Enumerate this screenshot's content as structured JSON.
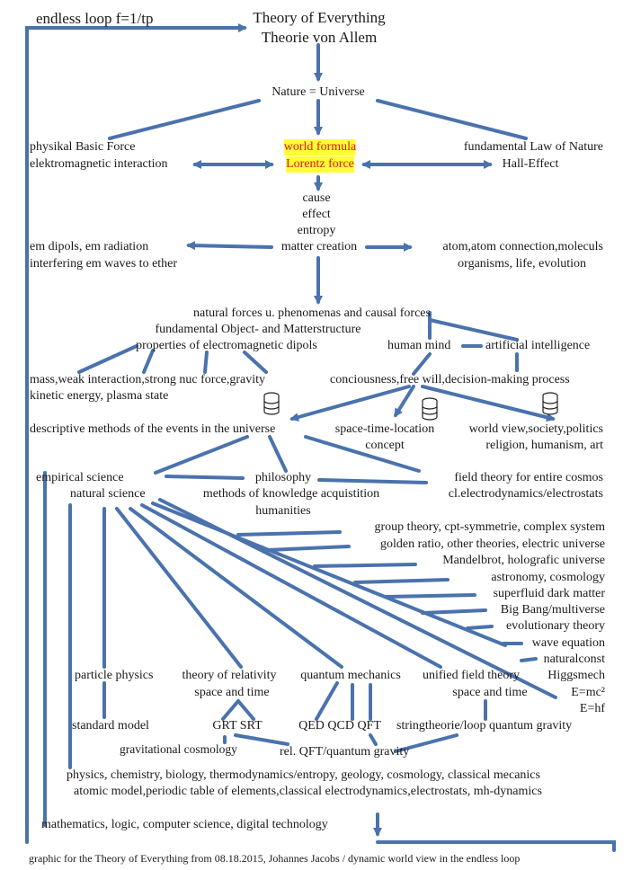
{
  "loop_label": "endless loop  f=1/tp",
  "title": {
    "line1": "Theory of Everything",
    "line2": "Theorie von Allem"
  },
  "nature": "Nature = Universe",
  "basic_force": {
    "line1": "physikal Basic Force",
    "line2": "elektromagnetic interaction"
  },
  "world_formula": {
    "line1": "world formula",
    "line2": "Lorentz force",
    "highlight_color": "#ffff33",
    "text_color": "#e8102a"
  },
  "law_of_nature": {
    "line1": "fundamental Law of Nature",
    "line2": "Hall-Effect"
  },
  "causality": [
    "cause",
    "effect",
    "entropy",
    "matter creation"
  ],
  "em_dipols": {
    "line1": "em dipols, em radiation",
    "line2": "interfering em waves to ether"
  },
  "atoms": {
    "line1": "atom,atom connection,moleculs",
    "line2": "organisms, life, evolution"
  },
  "natural_forces": "natural forces u. phenomenas and causal forces",
  "object_structure": "fundamental Object- and Matterstructure",
  "dipol_properties": "properties of electromagnetic dipols",
  "human_mind": "human mind",
  "ai": "artificial intelligence",
  "forces_list": {
    "line1": "mass,weak interaction,strong nuc force,gravity",
    "line2": "kinetic energy, plasma state"
  },
  "consciousness": "conciousness,free will,decision-making process",
  "descriptive": "descriptive methods of the events in the universe",
  "space_time": {
    "line1": "space-time-location",
    "line2": "concept"
  },
  "world_view": {
    "line1": "world view,society,politics",
    "line2": "religion, humanism, art"
  },
  "empirical": {
    "line1": "empirical science",
    "line2": "natural science"
  },
  "philosophy": {
    "line1": "philosophy",
    "line2": "methods of knowledge acquistition",
    "line3": "humanities"
  },
  "field_theory": {
    "line1": "field theory for entire cosmos",
    "line2": "cl.electrodynamics/electrostats"
  },
  "theories": [
    "group theory, cpt-symmetrie, complex system",
    "golden ratio, other theories, electric universe",
    "Mandelbrot, holografic universe",
    "astronomy, cosmology",
    "superfluid dark matter",
    "Big Bang/multiverse",
    "evolutionary theory",
    "wave equation",
    "naturalconst",
    "Higgsmech",
    "E=mc²",
    "E=hf"
  ],
  "particle_physics": "particle physics",
  "relativity": {
    "line1": "theory of relativity",
    "line2": "space and time"
  },
  "quantum_mechanics": "quantum mechanics",
  "unified_field": {
    "line1": "unified field theory",
    "line2": "space and time"
  },
  "standard_model": "standard model",
  "grt_srt": "GRT SRT",
  "qed_qcd_qft": "QED QCD QFT",
  "string_theory": "stringtheorie/loop quantum gravity",
  "grav_cosmology": "gravitational cosmology",
  "rel_qft": "rel. QFT/quantum gravity",
  "physics_list": {
    "line1": "physics, chemistry, biology, thermodynamics/entropy, geology, cosmology, classical mecanics",
    "line2": "atomic model,periodic table of elements,classical electrodynamics,electrostats, mh-dynamics"
  },
  "mathematics": "mathematics, logic, computer science, digital technology",
  "footer": "graphic for the Theory of Everything from 08.18.2015, Johannes Jacobs / dynamic world view in the endless loop",
  "colors": {
    "connector": "#4a72ad",
    "text": "#1a1a1a"
  }
}
